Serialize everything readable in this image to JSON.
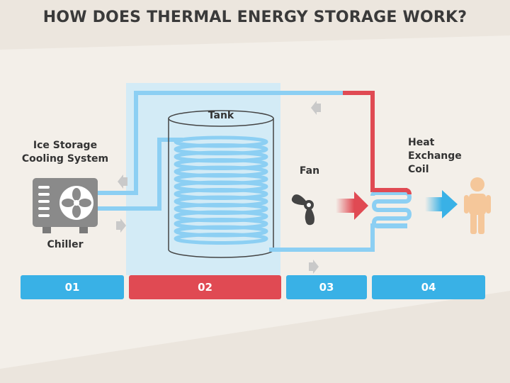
{
  "title": "HOW DOES THERMAL ENERGY STORAGE WORK?",
  "labels": {
    "ice_storage": "Ice Storage\nCooling System",
    "chiller": "Chiller",
    "tank": "Tank",
    "fan": "Fan",
    "heat_exchange": "Heat\nExchange\nCoil"
  },
  "steps": [
    {
      "label": "01",
      "color": "#39b1e6"
    },
    {
      "label": "02",
      "color": "#e04a53"
    },
    {
      "label": "03",
      "color": "#39b1e6"
    },
    {
      "label": "04",
      "color": "#39b1e6"
    }
  ],
  "colors": {
    "pipe_cold": "#8ccff3",
    "pipe_hot": "#e04a53",
    "tank_zone": "#d3ebf6",
    "background": "#f3efe9"
  },
  "icons": [
    "chiller-unit-icon",
    "fan-icon",
    "person-icon",
    "arrow-icon"
  ]
}
